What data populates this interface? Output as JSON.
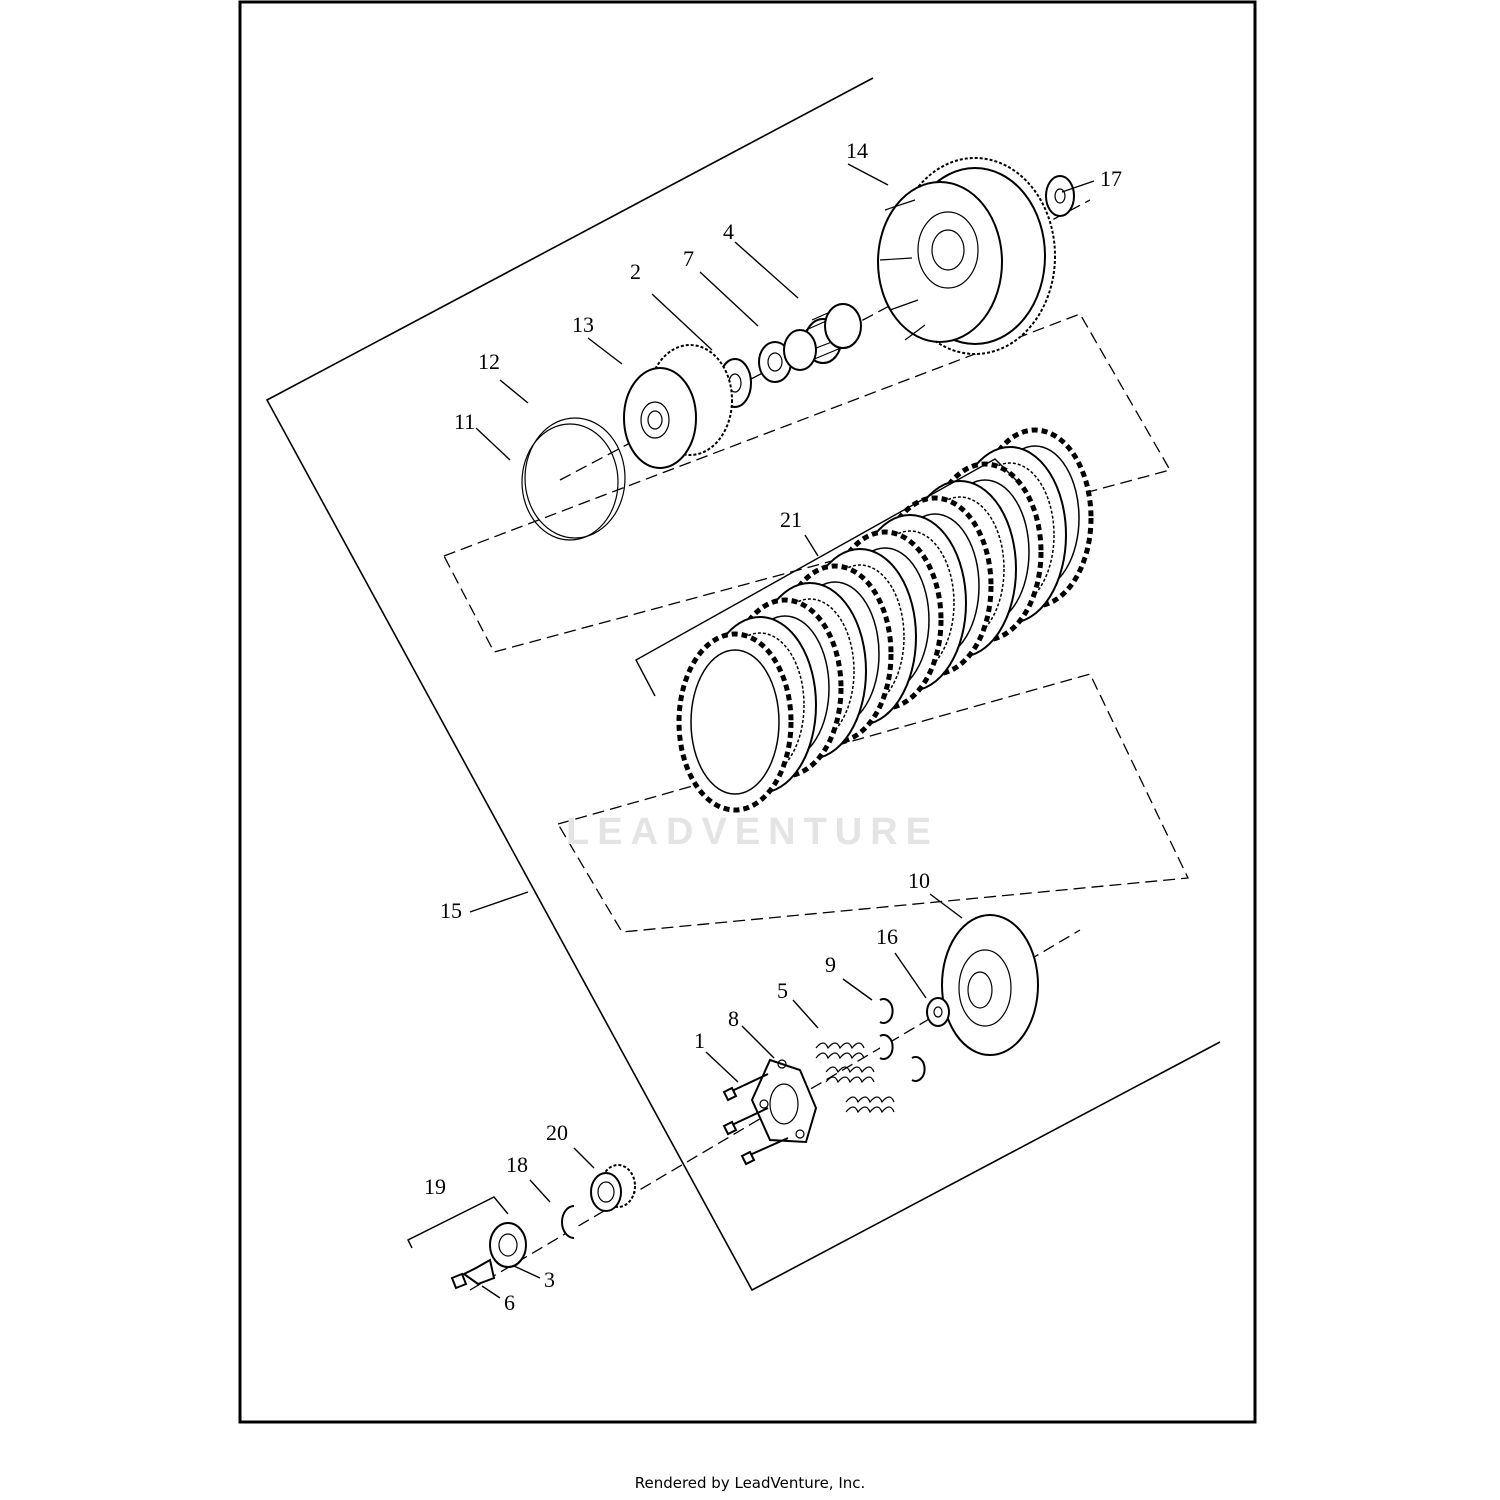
{
  "diagram": {
    "watermark": "LEADVENTURE",
    "callouts": {
      "c1": "1",
      "c2": "2",
      "c3": "3",
      "c4": "4",
      "c5": "5",
      "c6": "6",
      "c7": "7",
      "c8": "8",
      "c9": "9",
      "c10": "10",
      "c11": "11",
      "c12": "12",
      "c13": "13",
      "c14": "14",
      "c15": "15",
      "c16": "16",
      "c17": "17",
      "c18": "18",
      "c19": "19",
      "c20": "20",
      "c21": "21"
    }
  },
  "footer": {
    "text": "Rendered by LeadVenture, Inc."
  }
}
